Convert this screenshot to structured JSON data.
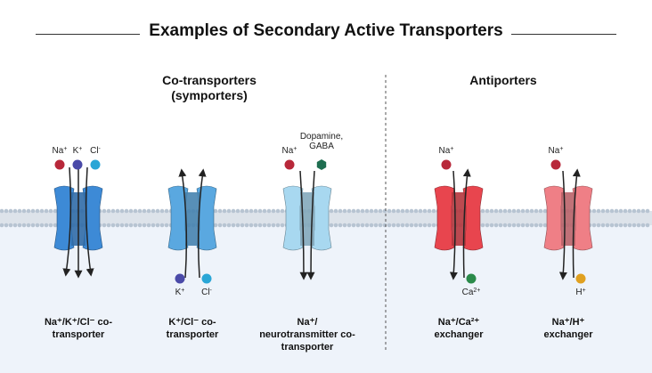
{
  "title": "Examples of Secondary Active Transporters",
  "sections": {
    "cotransporters": "Co-transporters\n(symporters)",
    "antiporters": "Antiporters"
  },
  "transporters": [
    {
      "caption": "Na⁺/K⁺/Cl⁻ co-\ntransporter",
      "color": "#3d8ad6",
      "top_ions": [
        {
          "label": "Na",
          "sup": "+",
          "color": "#b8283a"
        },
        {
          "label": "K",
          "sup": "+",
          "color": "#4a4aa8"
        },
        {
          "label": "Cl",
          "sup": "-",
          "color": "#2aa6d6"
        }
      ],
      "bottom_ions": []
    },
    {
      "caption": "K⁺/Cl⁻ co-\ntransporter",
      "color": "#5aa8e0",
      "top_ions": [],
      "bottom_ions": [
        {
          "label": "K",
          "sup": "+",
          "color": "#4a4aa8"
        },
        {
          "label": "Cl",
          "sup": "-",
          "color": "#2aa6d6"
        }
      ]
    },
    {
      "caption": "Na⁺/\nneurotransmitter co-\ntransporter",
      "color": "#a8d8f0",
      "top_ions": [
        {
          "label": "Na",
          "sup": "+",
          "color": "#b8283a"
        },
        {
          "label": "Dopamine,\nGABA",
          "sup": "",
          "color": "#1e6e50"
        }
      ],
      "bottom_ions": []
    },
    {
      "caption": "Na⁺/Ca²⁺\nexchanger",
      "color": "#e8454e",
      "top_ions": [
        {
          "label": "Na",
          "sup": "+",
          "color": "#b8283a"
        }
      ],
      "bottom_ions": [
        {
          "label": "Ca",
          "sup": "2+",
          "color": "#2a8a4a"
        }
      ]
    },
    {
      "caption": "Na⁺/H⁺\nexchanger",
      "color": "#ef7f86",
      "top_ions": [
        {
          "label": "Na",
          "sup": "+",
          "color": "#b8283a"
        }
      ],
      "bottom_ions": [
        {
          "label": "H",
          "sup": "+",
          "color": "#e0a020"
        }
      ]
    }
  ],
  "colors": {
    "membrane_head": "#b7c4d2",
    "membrane_tail": "#dde3ea",
    "extracellular": "#ffffff",
    "intracellular": "#eef3fa",
    "arrow": "#222222"
  }
}
